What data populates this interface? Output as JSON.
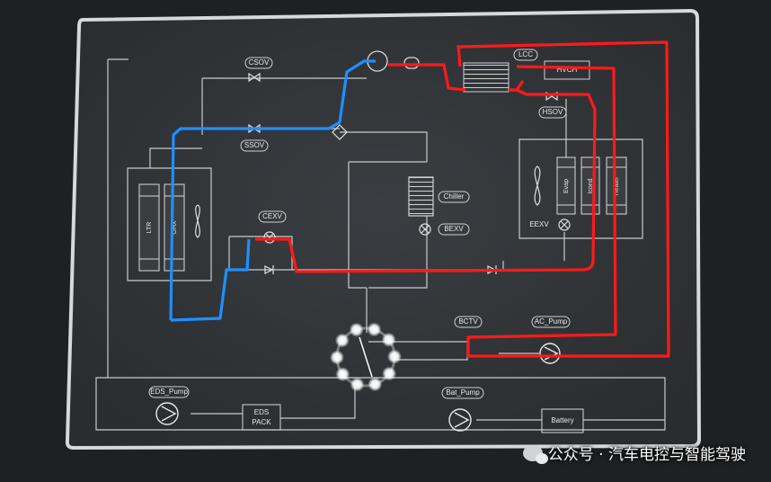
{
  "diagram": {
    "components": {
      "csov": "CSOV",
      "ssov": "SSOV",
      "lcc": "LCC",
      "hvch": "HVCH",
      "hsov": "HSOV",
      "chiller": "Chiller",
      "bexv": "BEXV",
      "cexv": "CEXV",
      "ltr": "LTR",
      "ohx": "OHX",
      "evap": "Evap",
      "icond": "Icond",
      "heater": "Heater",
      "eexv": "EEXV",
      "bctv": "BCTV",
      "ac_pump": "AC_Pump",
      "eds_pump": "EDS_Pump",
      "eds_pack_line1": "EDS",
      "eds_pack_line2": "PACK",
      "bat_pump": "Bat_Pump",
      "battery": "Battery"
    },
    "colors": {
      "board": "#2e3134",
      "line": "#cfd2d4",
      "hot_path": "#ff1a1a",
      "cold_path": "#1e90ff"
    }
  },
  "watermark": {
    "text": "公众号 · 汽车电控与智能驾驶"
  }
}
